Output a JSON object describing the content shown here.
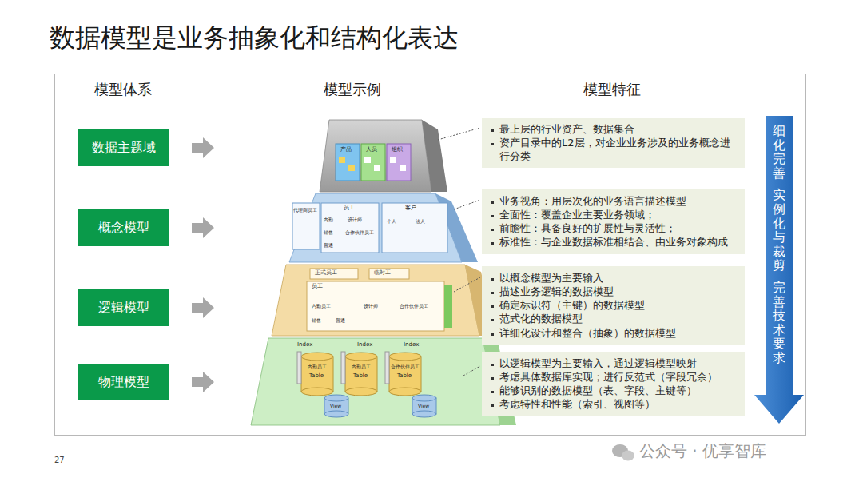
{
  "diagram": {
    "title": "数据模型是业务抽象化和结构化表达",
    "nodes": [
      {
        "text": [
          "数据主题域"
        ]
      },
      {
        "text": [
          "概念模型"
        ]
      },
      {
        "text": [
          "逻辑模型"
        ]
      },
      {
        "text": [
          "物理模型"
        ]
      },
      {
        "text": [
          "最上层的行业资产、数据集合",
          "资产目录中的L2层，对企业业务涉及的业务概念进行分类"
        ]
      },
      {
        "text": [
          "业务视角：用层次化的业务语言描述模型",
          "全面性：覆盖企业主要业务领域；",
          "前瞻性：具备良好的扩展性与灵活性；",
          "标准性：与企业数据标准相结合、由业务对象构成"
        ]
      },
      {
        "text": [
          "以概念模型为主要输入",
          "描述业务逻辑的数据模型",
          "确定标识符（主键）的数据模型",
          "范式化的数据模型",
          "详细化设计和整合（抽象）的数据模型"
        ]
      },
      {
        "text": [
          "以逻辑模型为主要输入，通过逻辑模型映射",
          "考虑具体数据库实现；进行反范式（字段冗余）",
          "能够识别的数据模型（表、字段、主键等）",
          "考虑特性和性能（索引、视图等）"
        ]
      },
      {
        "text": [
          "细化完善",
          "实例化与裁剪",
          "完善技术要求"
        ]
      }
    ],
    "labels": [
      "模型体系",
      "模型示例",
      "模型特征",
      "产品",
      "人员",
      "组织",
      "代理商员工",
      "员工",
      "内勤",
      "设计师",
      "销售",
      "普通",
      "合作伙伴员工",
      "客户",
      "个人",
      "法人",
      "正式员工",
      "临时工",
      "员工",
      "内勤员工",
      "设计师",
      "合作伙伴员工",
      "销售",
      "普通",
      "Index",
      "Index",
      "Index",
      "内勤员工",
      "Table",
      "内勤员工",
      "Table",
      "合作伙伴员工",
      "Table",
      "View",
      "View",
      "27",
      "公众号 · 优享智库"
    ]
  }
}
